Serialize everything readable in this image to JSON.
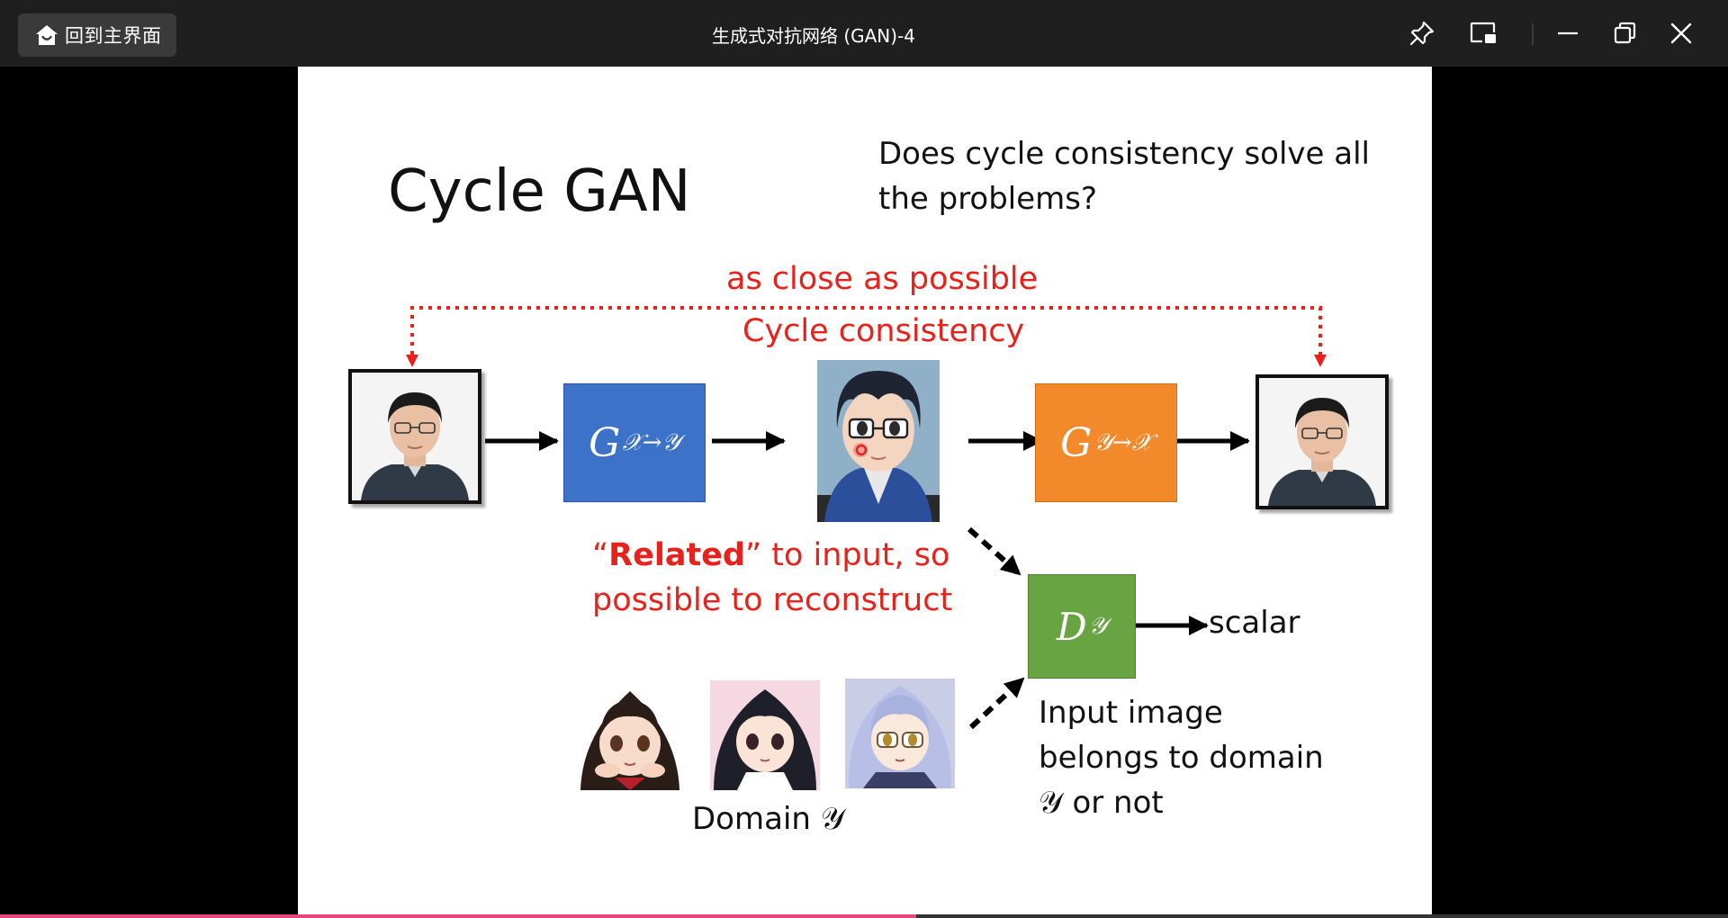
{
  "window": {
    "home_label": "回到主界面",
    "title": "生成式对抗网络 (GAN)-4"
  },
  "slide": {
    "title": "Cycle GAN",
    "question": "Does cycle consistency solve all the problems?",
    "close_label": "as close as possible",
    "cycle_label": "Cycle consistency",
    "generator_xy": {
      "main": "G",
      "sub": "𝒳→𝒴"
    },
    "generator_yx": {
      "main": "G",
      "sub": "𝒴→𝒳"
    },
    "discriminator": {
      "main": "D",
      "sub": "𝒴"
    },
    "related_quote_open": "“",
    "related_bold": "Related",
    "related_rest": "” to input, so possible to reconstruct",
    "scalar": "scalar",
    "input_desc_1": "Input image belongs to",
    "input_desc_2": "domain 𝒴 or not",
    "domain_label": "Domain 𝒴"
  },
  "colors": {
    "accent_red": "#e8211a",
    "generator_blue": "#3d72c9",
    "generator_orange": "#f28a2c",
    "discriminator_green": "#69a442",
    "progress": "#e8457c"
  },
  "progress": {
    "fraction": 0.53
  }
}
